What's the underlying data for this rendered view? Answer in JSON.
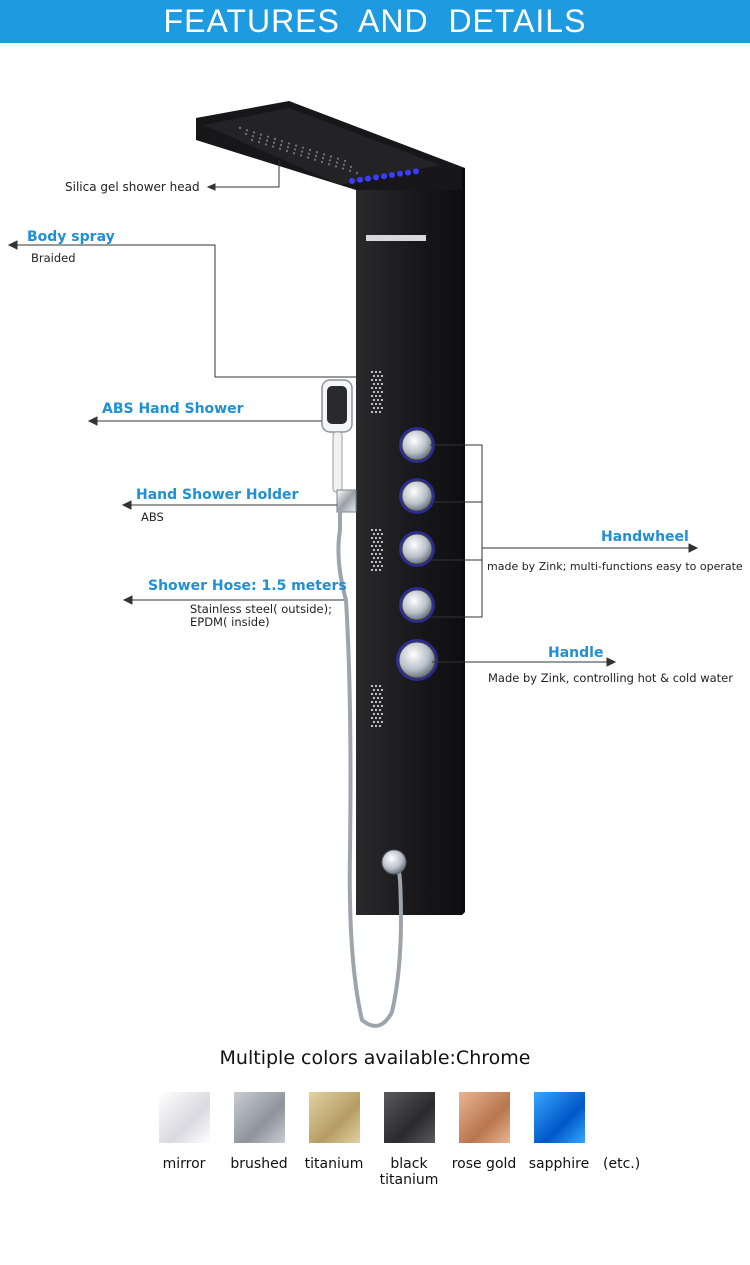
{
  "header": {
    "title": "FEATURES  AND  DETAILS"
  },
  "callouts": {
    "shower_head": {
      "title": "Silica gel shower head"
    },
    "body_spray": {
      "title": "Body spray",
      "desc": "Braided"
    },
    "hand_shower": {
      "title": "ABS Hand Shower"
    },
    "holder": {
      "title": "Hand Shower Holder",
      "desc": "ABS"
    },
    "hose": {
      "title": "Shower Hose: 1.5 meters",
      "desc1": "Stainless steel( outside);",
      "desc2": "EPDM( inside)"
    },
    "handwheel": {
      "title": "Handwheel",
      "desc": "made by Zink;  multi-functions easy to operate"
    },
    "handle": {
      "title": "Handle",
      "desc": "Made by Zink, controlling hot & cold water"
    }
  },
  "colors": {
    "title": "Multiple colors available:Chrome",
    "etc": "(etc.)",
    "options": [
      {
        "label": "mirror",
        "colorA": "#ffffff",
        "colorB": "#d9d9df"
      },
      {
        "label": "brushed",
        "colorA": "#c9ccd3",
        "colorB": "#8e939c"
      },
      {
        "label": "titanium",
        "colorA": "#e2d2a4",
        "colorB": "#b59c63"
      },
      {
        "label": "black titanium",
        "colorA": "#5a5a5e",
        "colorB": "#2a2a2d"
      },
      {
        "label": "rose gold",
        "colorA": "#e8b593",
        "colorB": "#b8764e"
      },
      {
        "label": "sapphire",
        "colorA": "#36a7ff",
        "colorB": "#0057c8"
      }
    ]
  },
  "theme": {
    "accent": "#1e9be0",
    "label_blue": "#1f8fd6",
    "panel": "#1b1b1d",
    "led": "#3a3cff"
  }
}
